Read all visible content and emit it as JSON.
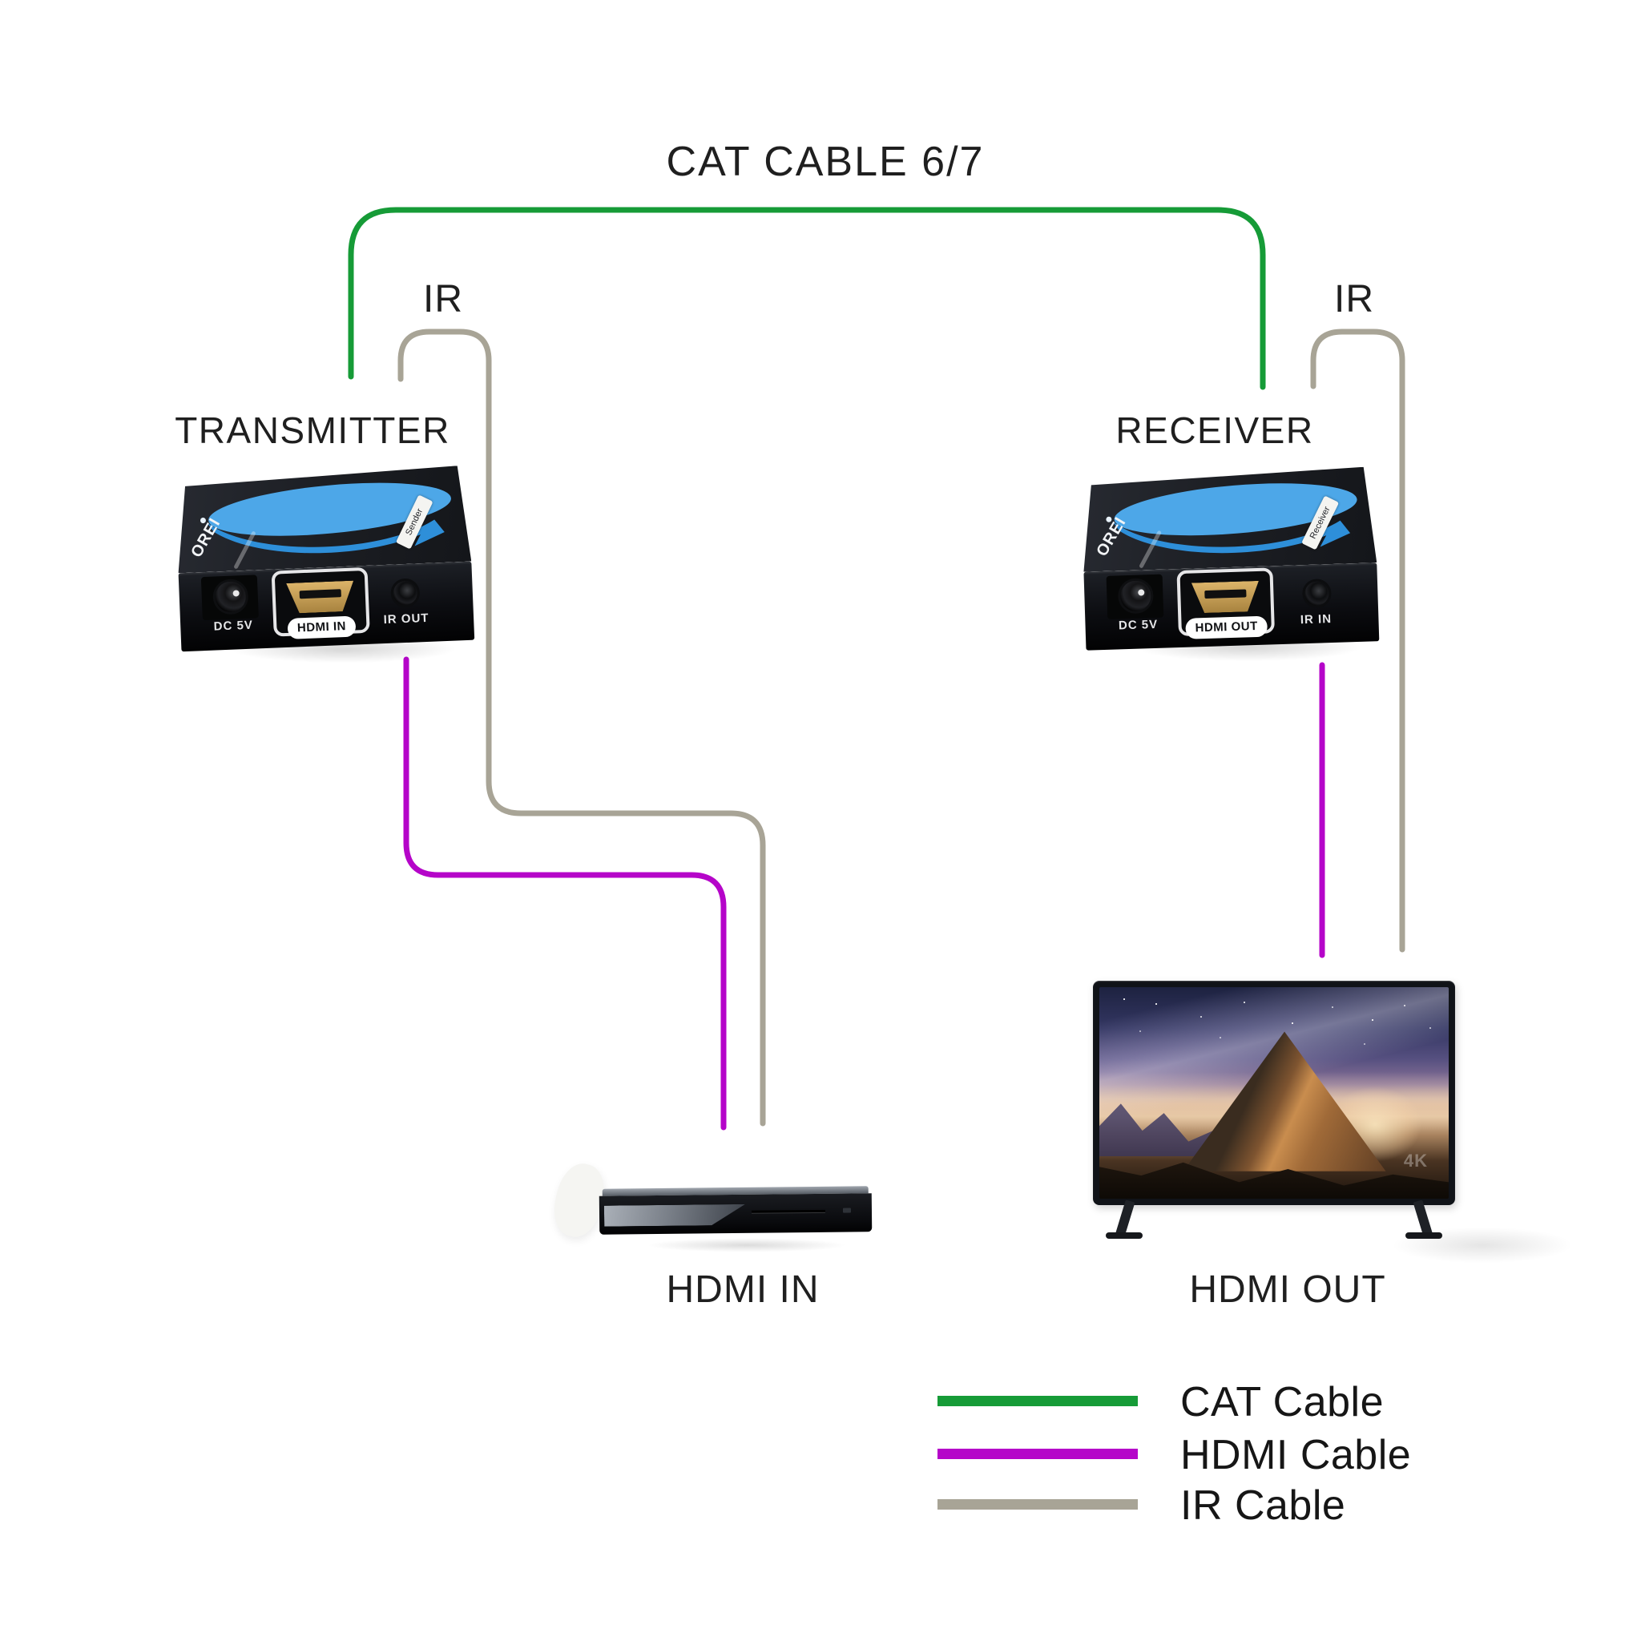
{
  "title": "CAT CABLE 6/7",
  "colors": {
    "cat": "#169b37",
    "hdmi": "#b505c9",
    "ir": "#a8a496"
  },
  "cable_labels": {
    "ir_left": "IR",
    "ir_right": "IR"
  },
  "transmitter": {
    "label": "TRANSMITTER",
    "brand": "OREI",
    "sticker": "Sender",
    "ports": {
      "power": "DC 5V",
      "hdmi": "HDMI IN",
      "ir": "IR OUT"
    }
  },
  "receiver": {
    "label": "RECEIVER",
    "brand": "OREI",
    "sticker": "Receiver",
    "ports": {
      "power": "DC 5V",
      "hdmi": "HDMI OUT",
      "ir": "IR IN"
    }
  },
  "source_device": {
    "label": "HDMI IN"
  },
  "display_device": {
    "label": "HDMI OUT",
    "watermark": "4K"
  },
  "legend": {
    "items": [
      {
        "label": "CAT Cable",
        "color_key": "cat"
      },
      {
        "label": "HDMI Cable",
        "color_key": "hdmi"
      },
      {
        "label": "IR Cable",
        "color_key": "ir"
      }
    ]
  }
}
